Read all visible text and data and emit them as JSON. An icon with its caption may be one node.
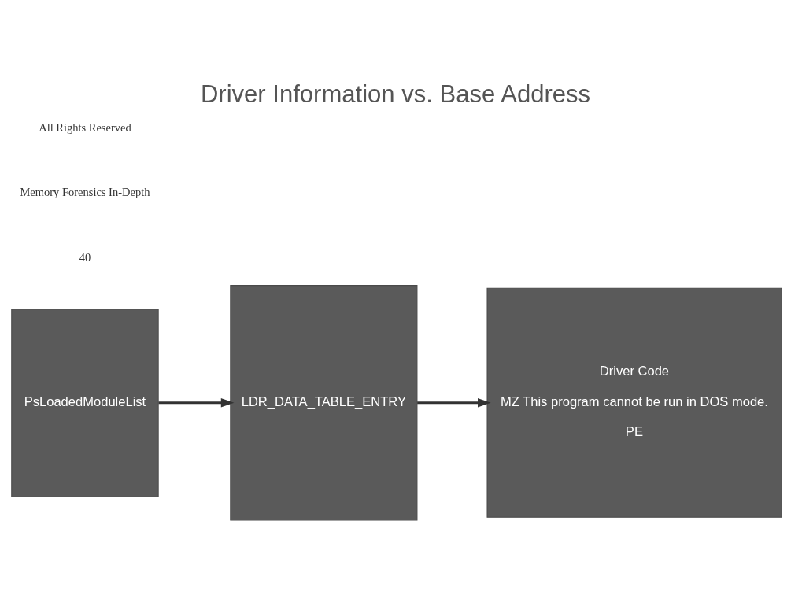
{
  "diagram": {
    "title": "Driver Information vs. Base Address",
    "nodes": [
      {
        "text": [
          "PsLoadedModuleList"
        ]
      },
      {
        "text": [
          "LDR_DATA_TABLE_ENTRY"
        ]
      },
      {
        "text": [
          "Driver Code",
          "MZ This program cannot be run in DOS mode.",
          "PE"
        ]
      }
    ],
    "edges": [
      {
        "from": 0,
        "to": 1,
        "arrow": "to"
      },
      {
        "from": 1,
        "to": 2,
        "arrow": "to"
      }
    ],
    "labels": [
      "All Rights Reserved",
      "Memory Forensics In-Depth",
      "40"
    ]
  }
}
